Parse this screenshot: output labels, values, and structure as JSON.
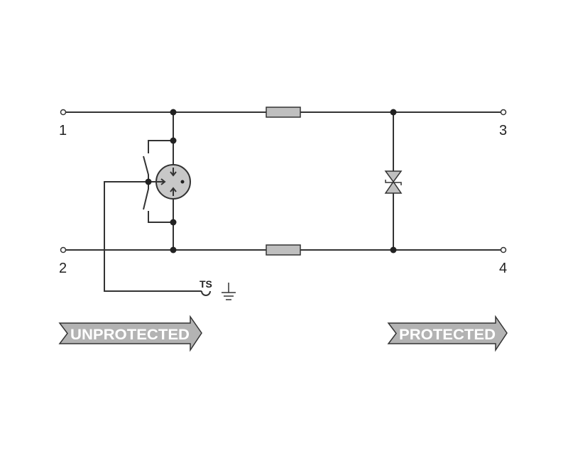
{
  "terminals": [
    "1",
    "2",
    "3",
    "4"
  ],
  "ts_label": "TS",
  "arrows": {
    "unprotected": "UNPROTECTED",
    "protected": "PROTECTED"
  },
  "colors": {
    "line": "#333333",
    "component_fill": "#bfbfbf",
    "arrow_fill": "#b3b3b3"
  }
}
